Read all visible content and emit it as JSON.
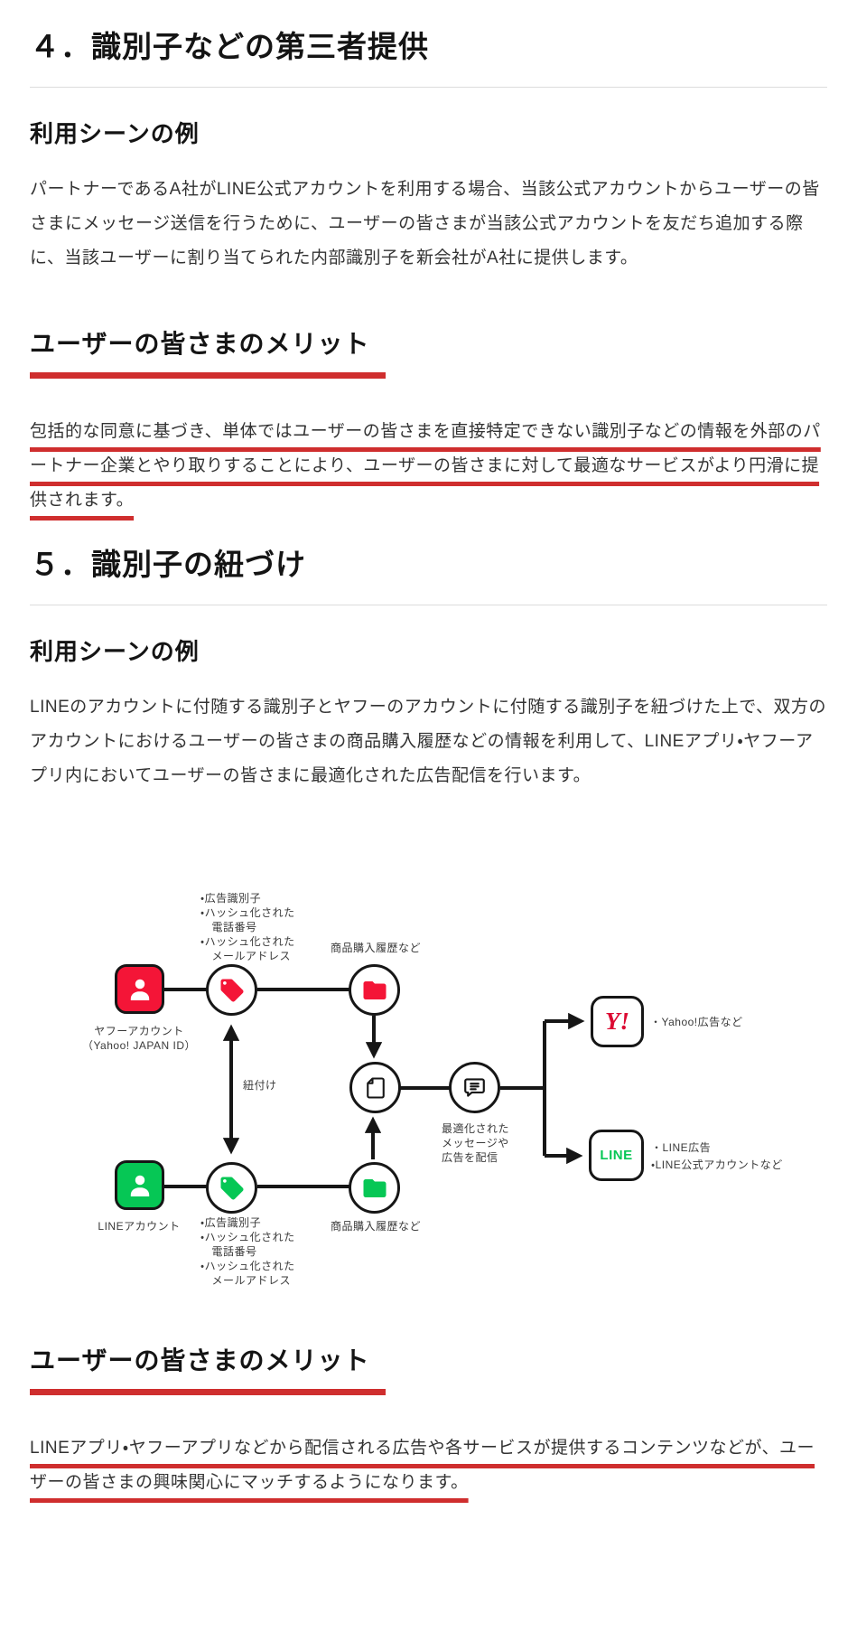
{
  "colors": {
    "accent_red": "#cf2e2e",
    "yahoo_red": "#f41537",
    "line_green": "#06c755",
    "outline_black": "#161616",
    "text_color": "#333333",
    "heading_color": "#141414",
    "divider_color": "#dcdcdc",
    "page_bg": "#ffffff"
  },
  "sections": [
    {
      "heading": "４．識別子などの第三者提供",
      "subheading": "利用シーンの例",
      "paragraph": "パートナーであるA社がLINE公式アカウントを利用する場合、当該公式アカウントからユーザーの皆さまにメッセージ送信を行うために、ユーザーの皆さまが当該公式アカウントを友だち追加する際に、当該ユーザーに割り当てられた内部識別子を新会社がA社に提供します。",
      "merit_heading": "ユーザーの皆さまのメリット",
      "merit_paragraph": "包括的な同意に基づき、単体ではユーザーの皆さまを直接特定できない識別子などの情報を外部のパートナー企業とやり取りすることにより、ユーザーの皆さまに対して最適なサービスがより円滑に提供されます。"
    },
    {
      "heading": "５．識別子の紐づけ",
      "subheading": "利用シーンの例",
      "paragraph": "LINEのアカウントに付随する識別子とヤフーのアカウントに付随する識別子を紐づけた上で、双方のアカウントにおけるユーザーの皆さまの商品購入履歴などの情報を利用して、LINEアプリ・ヤフーアプリ内においてユーザーの皆さまに最適化された広告配信を行います。",
      "merit_heading": "ユーザーの皆さまのメリット",
      "merit_paragraph": "LINEアプリ・ヤフーアプリなどから配信される広告や各サービスが提供するコンテンツなどが、ユーザーの皆さまの興味関心にマッチするようになります。"
    }
  ],
  "diagram": {
    "yahoo_account_label": "ヤフーアカウント\n（Yahoo! JAPAN ID）",
    "line_account_label": "LINEアカウント",
    "identifier_list": "・広告識別子\n・ハッシュ化された\n　電話番号\n・ハッシュ化された\n　メールアドレス",
    "purchase_history_label": "商品購入履歴など",
    "link_label": "紐付け",
    "delivery_label": "最適化された\nメッセージや\n広告を配信",
    "yahoo_logo": "Y!",
    "line_logo": "LINE",
    "yahoo_output_label": "・Yahoo!広告など",
    "line_output_labels": "・LINE広告\n・LINE公式アカウントなど"
  }
}
